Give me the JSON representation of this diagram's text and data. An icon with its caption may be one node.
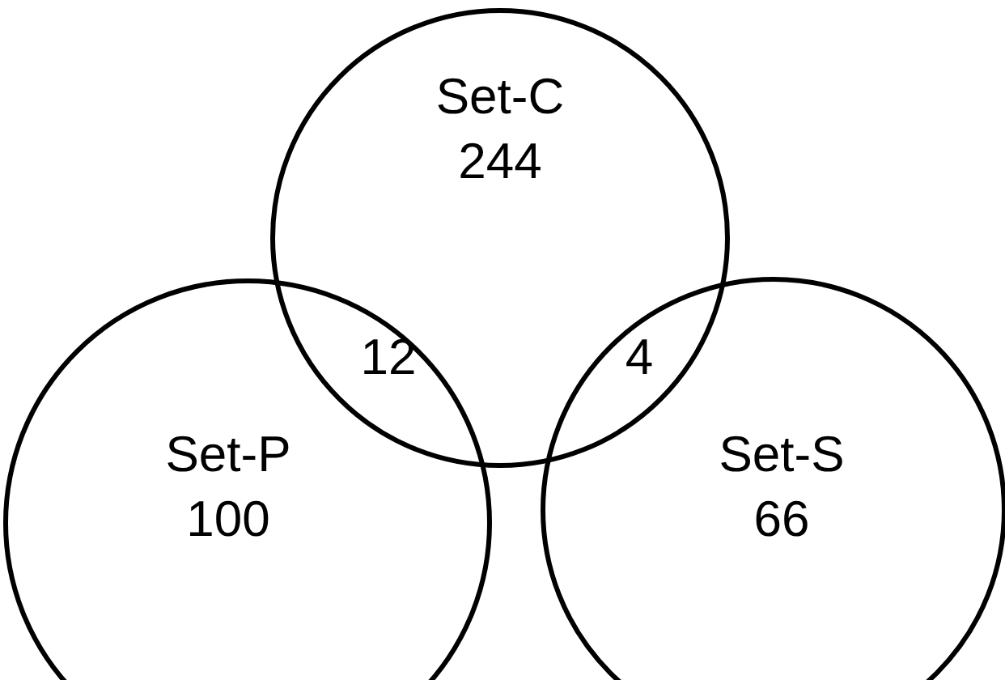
{
  "diagram": {
    "nodes": [
      {
        "text": [
          "Set-C",
          "244"
        ]
      },
      {
        "text": [
          "Set-P",
          "100"
        ]
      },
      {
        "text": [
          "Set-S",
          "66"
        ]
      }
    ],
    "edges": [],
    "labels": [
      "12",
      "4"
    ]
  }
}
